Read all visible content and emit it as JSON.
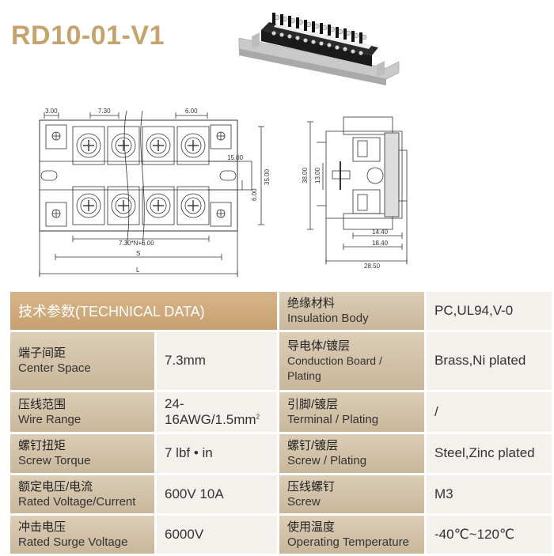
{
  "title": "RD10-01-V1",
  "drawing": {
    "dim_left": "3.00",
    "dim_pitch": "7.30",
    "dim_right": "6.00",
    "dim_15": "15.00",
    "dim_6": "6.00",
    "dim_35": "35.00",
    "dim_formula": "7.30*N+6.00",
    "dim_s": "S",
    "dim_l": "L",
    "side_38": "38.00",
    "side_13": "13.00",
    "side_1440": "14.40",
    "side_1840": "18.40",
    "side_2850": "28.50"
  },
  "table": {
    "header_cn": "技术参数",
    "header_en": "(TECHNICAL DATA)",
    "left_rows": [
      {
        "cn": "端子间距",
        "en": "Center Space",
        "value": "7.3mm"
      },
      {
        "cn": "压线范围",
        "en": "Wire Range",
        "value": "24-16AWG/1.5mm",
        "sup": "2"
      },
      {
        "cn": "螺钉扭矩",
        "en": "Screw Torque",
        "value": "7 lbf • in"
      },
      {
        "cn": "额定电压/电流",
        "en": "Rated Voltage/Current",
        "value": "600V 10A"
      },
      {
        "cn": "冲击电压",
        "en": "Rated Surge Voltage",
        "value": "6000V"
      }
    ],
    "right_rows": [
      {
        "cn": "绝缘材料",
        "en": "Insulation Body",
        "value": "PC,UL94,V-0"
      },
      {
        "cn": "导电体/镀层",
        "en": "Conduction Board / Plating",
        "value": "Brass,Ni plated"
      },
      {
        "cn": "引脚/镀层",
        "en": "Terminal / Plating",
        "value": "/"
      },
      {
        "cn": "螺钉/镀层",
        "en": "Screw / Plating",
        "value": "Steel,Zinc plated"
      },
      {
        "cn": "压线螺钉",
        "en": "Screw",
        "value": "M3"
      },
      {
        "cn": "使用温度",
        "en": "Operating Temperature",
        "value": "-40℃~120℃"
      }
    ]
  }
}
